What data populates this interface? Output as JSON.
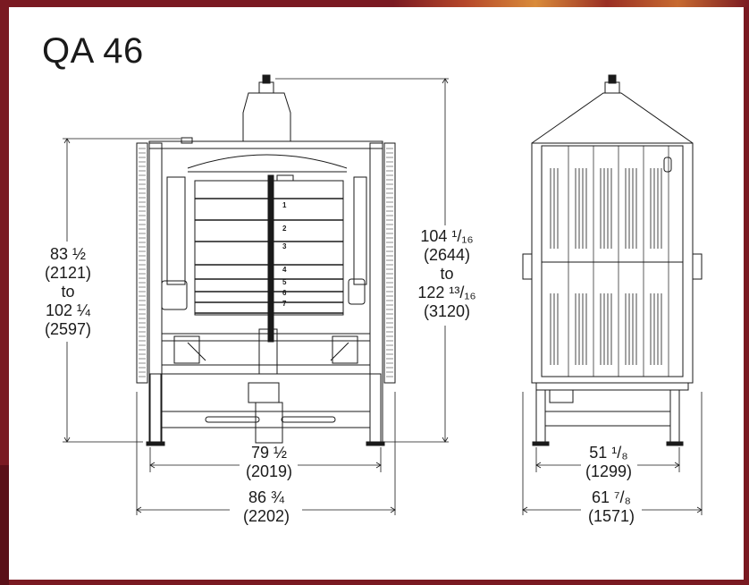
{
  "title": "QA 46",
  "dimensions": {
    "height_front": [
      "83 ½",
      "(2121)",
      "to",
      "102 ¼",
      "(2597)"
    ],
    "height_total": [
      "104 ¹/₁₆",
      "(2644)",
      "to",
      "122 ¹³/₁₆",
      "(3120)"
    ],
    "width_front_inner": [
      "79 ½",
      "(2019)"
    ],
    "width_front_outer": [
      "86 ¾",
      "(2202)"
    ],
    "width_side_inner": [
      "51 ¹/₈",
      "(1299)"
    ],
    "width_side_outer": [
      "61 ⁷/₈",
      "(1571)"
    ]
  },
  "sieve_labels": [
    "1",
    "2",
    "3",
    "4",
    "5",
    "6",
    "7"
  ],
  "colors": {
    "border": "#7a1a22",
    "line": "#1a1a1a",
    "paper": "#ffffff"
  }
}
